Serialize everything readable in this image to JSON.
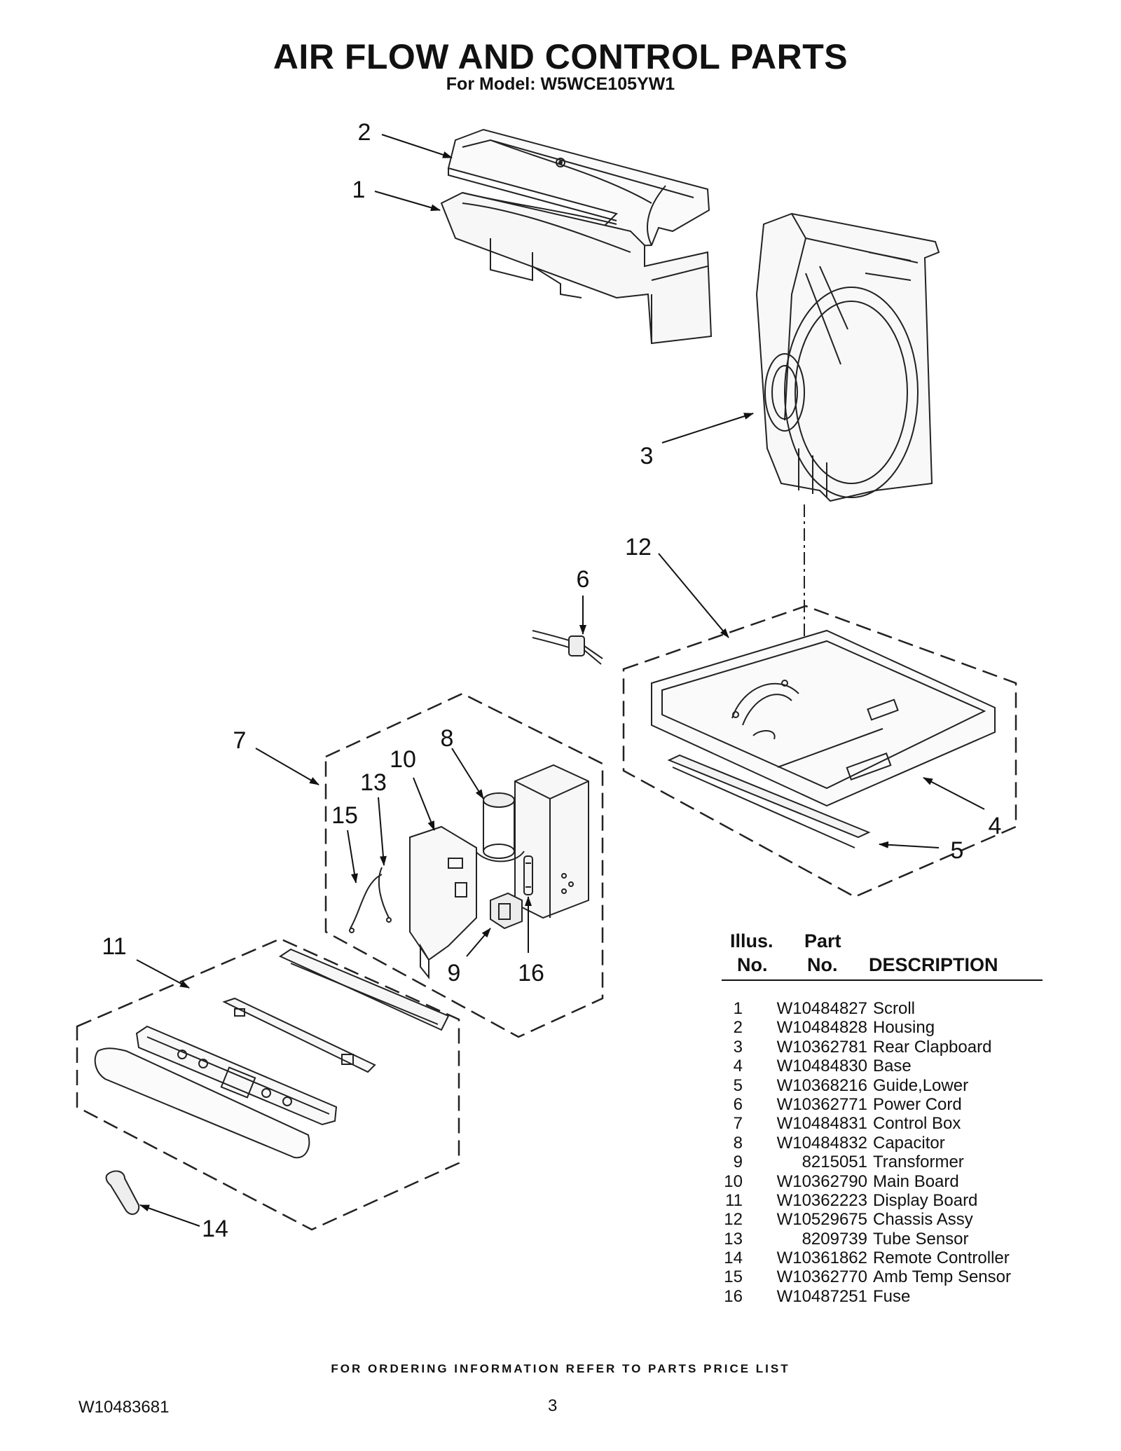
{
  "header": {
    "title": "AIR FLOW AND CONTROL PARTS",
    "subtitle": "For Model: W5WCE105YW1"
  },
  "callouts": [
    "1",
    "2",
    "3",
    "4",
    "5",
    "6",
    "7",
    "8",
    "9",
    "10",
    "11",
    "12",
    "13",
    "14",
    "15",
    "16"
  ],
  "table": {
    "col_illus": [
      "Illus.",
      "No."
    ],
    "col_part": [
      "Part",
      "No."
    ],
    "col_desc": "DESCRIPTION",
    "rows": [
      {
        "illus": "1",
        "part": "W10484827",
        "desc": "Scroll"
      },
      {
        "illus": "2",
        "part": "W10484828",
        "desc": "Housing"
      },
      {
        "illus": "3",
        "part": "W10362781",
        "desc": "Rear Clapboard"
      },
      {
        "illus": "4",
        "part": "W10484830",
        "desc": "Base"
      },
      {
        "illus": "5",
        "part": "W10368216",
        "desc": "Guide,Lower"
      },
      {
        "illus": "6",
        "part": "W10362771",
        "desc": "Power Cord"
      },
      {
        "illus": "7",
        "part": "W10484831",
        "desc": "Control Box"
      },
      {
        "illus": "8",
        "part": "W10484832",
        "desc": "Capacitor"
      },
      {
        "illus": "9",
        "part": "8215051",
        "desc": "Transformer"
      },
      {
        "illus": "10",
        "part": "W10362790",
        "desc": "Main Board"
      },
      {
        "illus": "11",
        "part": "W10362223",
        "desc": "Display Board"
      },
      {
        "illus": "12",
        "part": "W10529675",
        "desc": "Chassis Assy"
      },
      {
        "illus": "13",
        "part": "8209739",
        "desc": "Tube Sensor"
      },
      {
        "illus": "14",
        "part": "W10361862",
        "desc": "Remote Controller"
      },
      {
        "illus": "15",
        "part": "W10362770",
        "desc": "Amb Temp Sensor"
      },
      {
        "illus": "16",
        "part": "W10487251",
        "desc": "Fuse"
      }
    ]
  },
  "footer": {
    "note": "FOR ORDERING INFORMATION REFER TO PARTS PRICE LIST",
    "doc_number": "W10483681",
    "page_number": "3"
  }
}
